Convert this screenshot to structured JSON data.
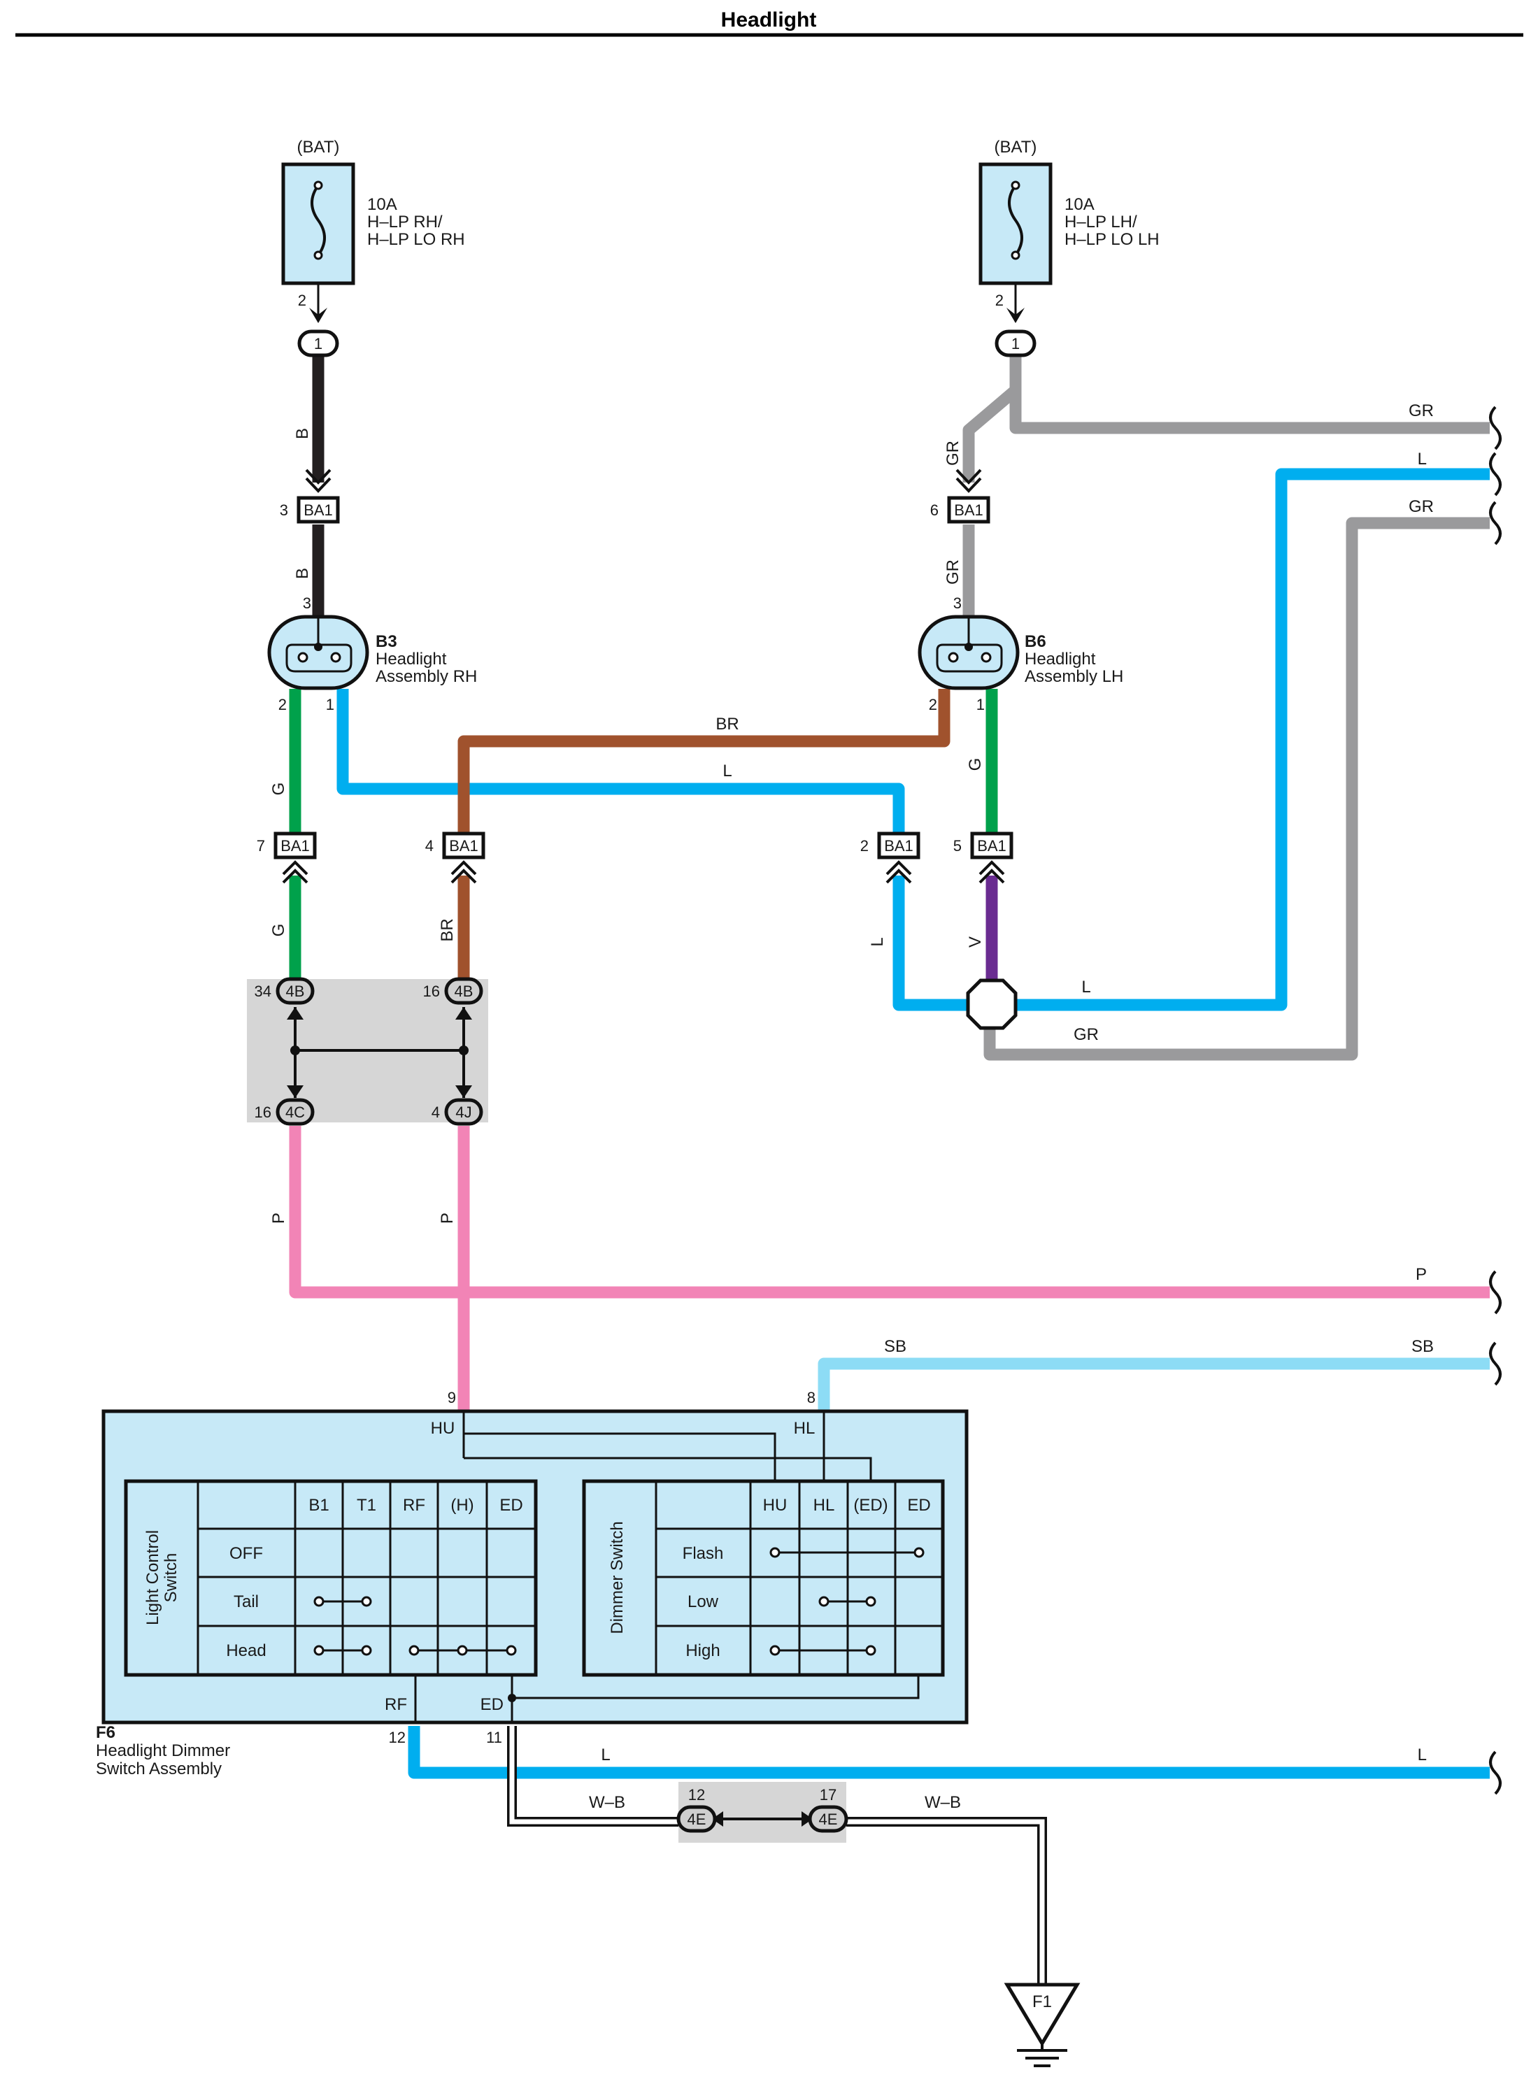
{
  "title": "Headlight",
  "fuses": [
    {
      "source": "(BAT)",
      "rating": "10A",
      "line1": "H–LP RH/",
      "line2": "H–LP LO RH",
      "pin": "2",
      "conn": "1"
    },
    {
      "source": "(BAT)",
      "rating": "10A",
      "line1": "H–LP LH/",
      "line2": "H–LP LO LH",
      "pin": "2",
      "conn": "1"
    }
  ],
  "headlights": [
    {
      "id": "B3",
      "name1": "Headlight",
      "name2": "Assembly RH",
      "pin_top": "3",
      "pin_left": "2",
      "pin_right": "1"
    },
    {
      "id": "B6",
      "name1": "Headlight",
      "name2": "Assembly LH",
      "pin_top": "3",
      "pin_left": "2",
      "pin_right": "1"
    }
  ],
  "connectors": {
    "ba1": "BA1",
    "ba1_pins": [
      "3",
      "6",
      "7",
      "4",
      "2",
      "5"
    ],
    "j4b": "4B",
    "j4b_pins": [
      "34",
      "16"
    ],
    "j4c": "4C",
    "j4c_pin": "16",
    "j4j": "4J",
    "j4j_pin": "4",
    "j4e": "4E",
    "j4e_pins": [
      "12",
      "17"
    ]
  },
  "wire_colors": {
    "B": "#231f20",
    "GR": "#9a9a9c",
    "L": "#00aeef",
    "G": "#00a14b",
    "BR": "#a0522d",
    "V": "#6a2c91",
    "P": "#f284b6",
    "SB": "#8ddcf5",
    "W-B": "#111111"
  },
  "wire_labels": {
    "b": "B",
    "gr": "GR",
    "l": "L",
    "g": "G",
    "br": "BR",
    "v": "V",
    "p": "P",
    "sb": "SB",
    "wb": "W–B"
  },
  "switch_assembly": {
    "id": "F6",
    "name1": "Headlight Dimmer",
    "name2": "Switch Assembly",
    "pins": {
      "hu": "9",
      "hl": "8",
      "rf": "12",
      "ed": "11"
    },
    "terminals": {
      "hu": "HU",
      "hl": "HL",
      "rf": "RF",
      "ed": "ED"
    },
    "light_control": {
      "title1": "Light Control",
      "title2": "Switch",
      "columns": [
        "B1",
        "T1",
        "RF",
        "(H)",
        "ED"
      ],
      "rows": [
        "OFF",
        "Tail",
        "Head"
      ]
    },
    "dimmer": {
      "title": "Dimmer Switch",
      "columns": [
        "HU",
        "HL",
        "(ED)",
        "ED"
      ],
      "rows": [
        "Flash",
        "Low",
        "High"
      ]
    }
  },
  "ground": {
    "id": "F1"
  }
}
